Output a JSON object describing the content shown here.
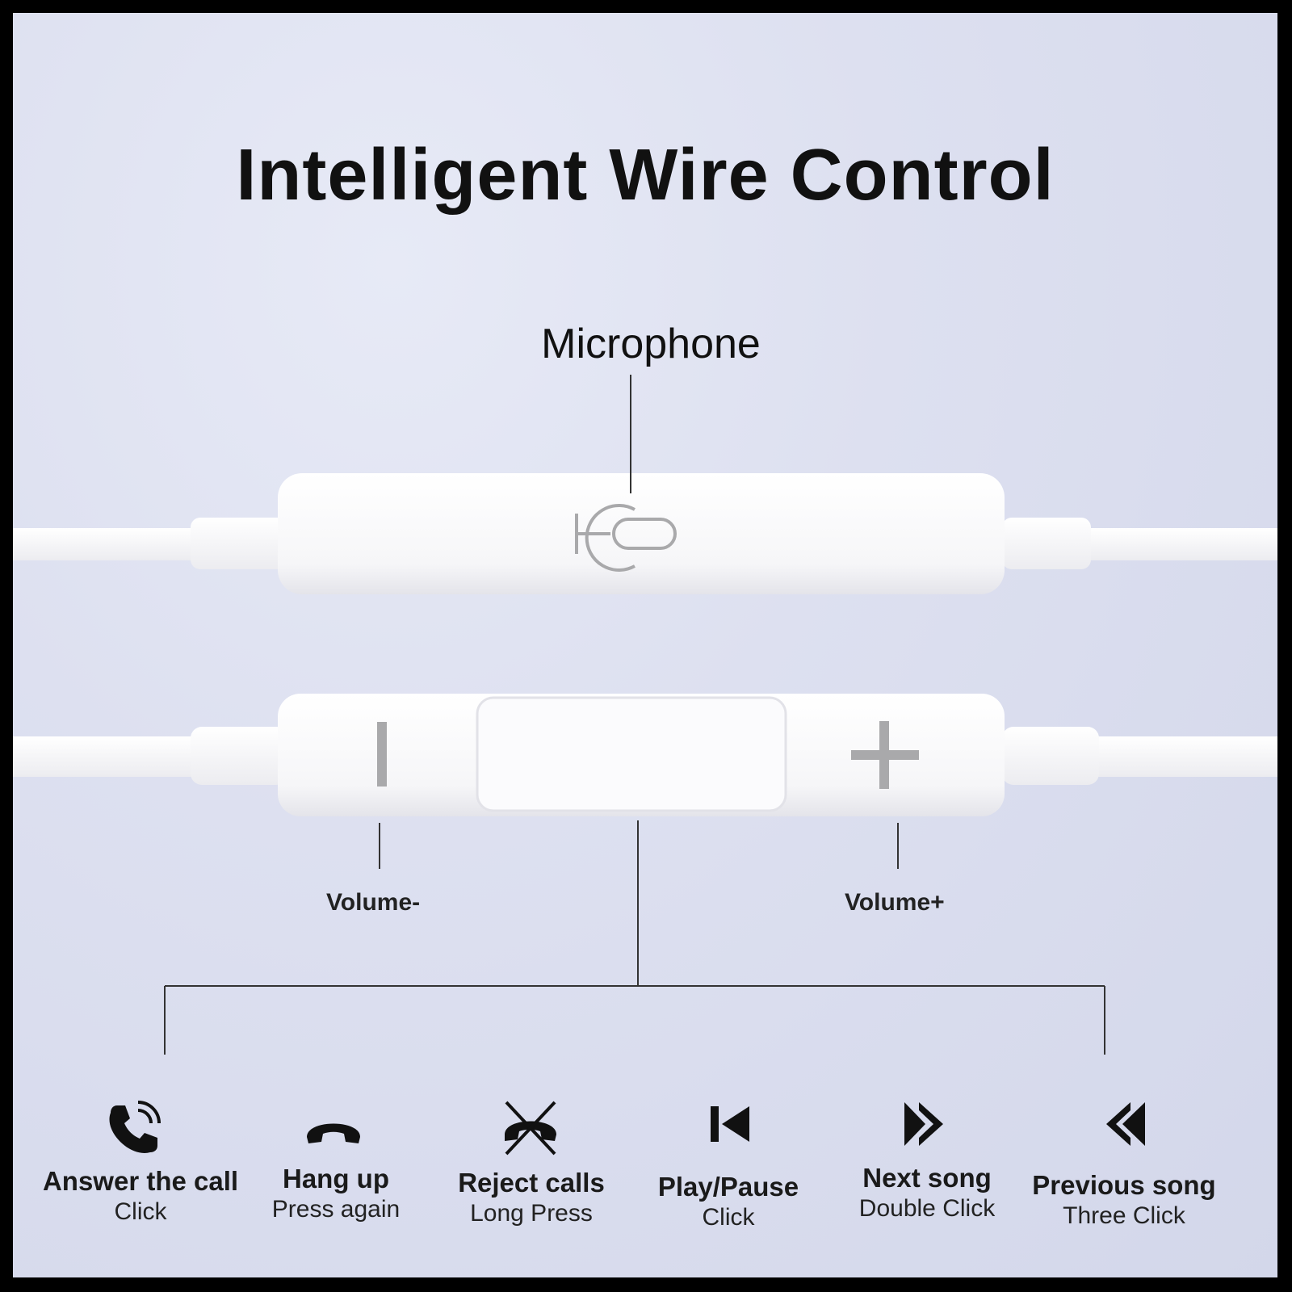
{
  "title": "Intelligent Wire Control",
  "callouts": {
    "microphone": "Microphone",
    "volume_minus": "Volume-",
    "volume_plus": "Volume+"
  },
  "functions": [
    {
      "name": "Answer the call",
      "action": "Click",
      "icon": "phone-ringing-icon"
    },
    {
      "name": "Hang up",
      "action": "Press again",
      "icon": "hang-up-icon"
    },
    {
      "name": "Reject calls",
      "action": "Long Press",
      "icon": "reject-call-icon"
    },
    {
      "name": "Play/Pause",
      "action": "Click",
      "icon": "play-pause-icon"
    },
    {
      "name": "Next song",
      "action": "Double Click",
      "icon": "next-song-icon"
    },
    {
      "name": "Previous song",
      "action": "Three Click",
      "icon": "previous-song-icon"
    }
  ],
  "colors": {
    "background": "#dde0f0",
    "cable": "#fdfdfd",
    "text": "#111111",
    "icon_grey": "#a9a9ab"
  }
}
